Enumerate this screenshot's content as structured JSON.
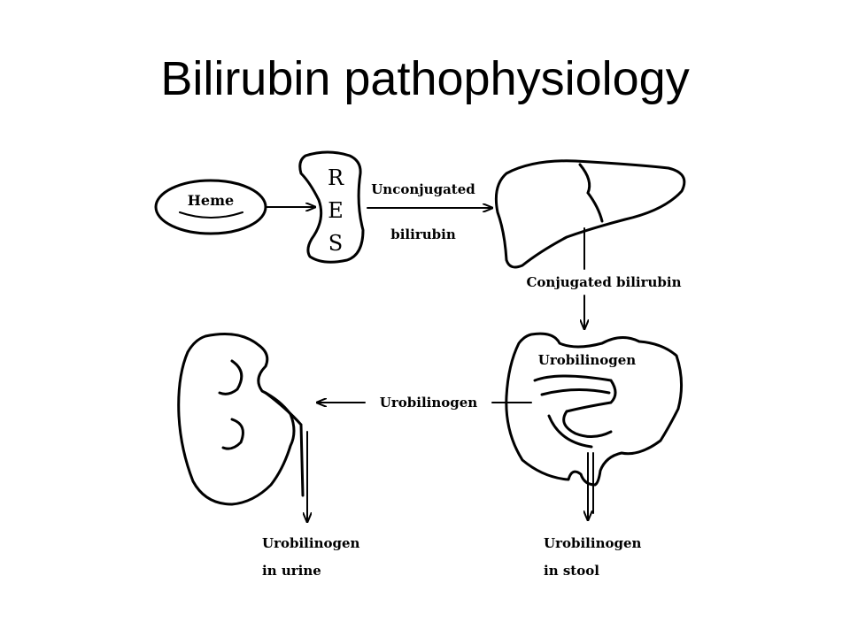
{
  "title": "Bilirubin pathophysiology",
  "diagram": {
    "heme": "Heme",
    "res_letters": [
      "R",
      "E",
      "S"
    ],
    "unconjugated_line1": "Unconjugated",
    "unconjugated_line2": "bilirubin",
    "conjugated": "Conjugated bilirubin",
    "urobilinogen_gut": "Urobilinogen",
    "urobilinogen_mid": "Urobilinogen",
    "urine_line1": "Urobilinogen",
    "urine_line2": "in urine",
    "stool_line1": "Urobilinogen",
    "stool_line2": "in stool"
  }
}
